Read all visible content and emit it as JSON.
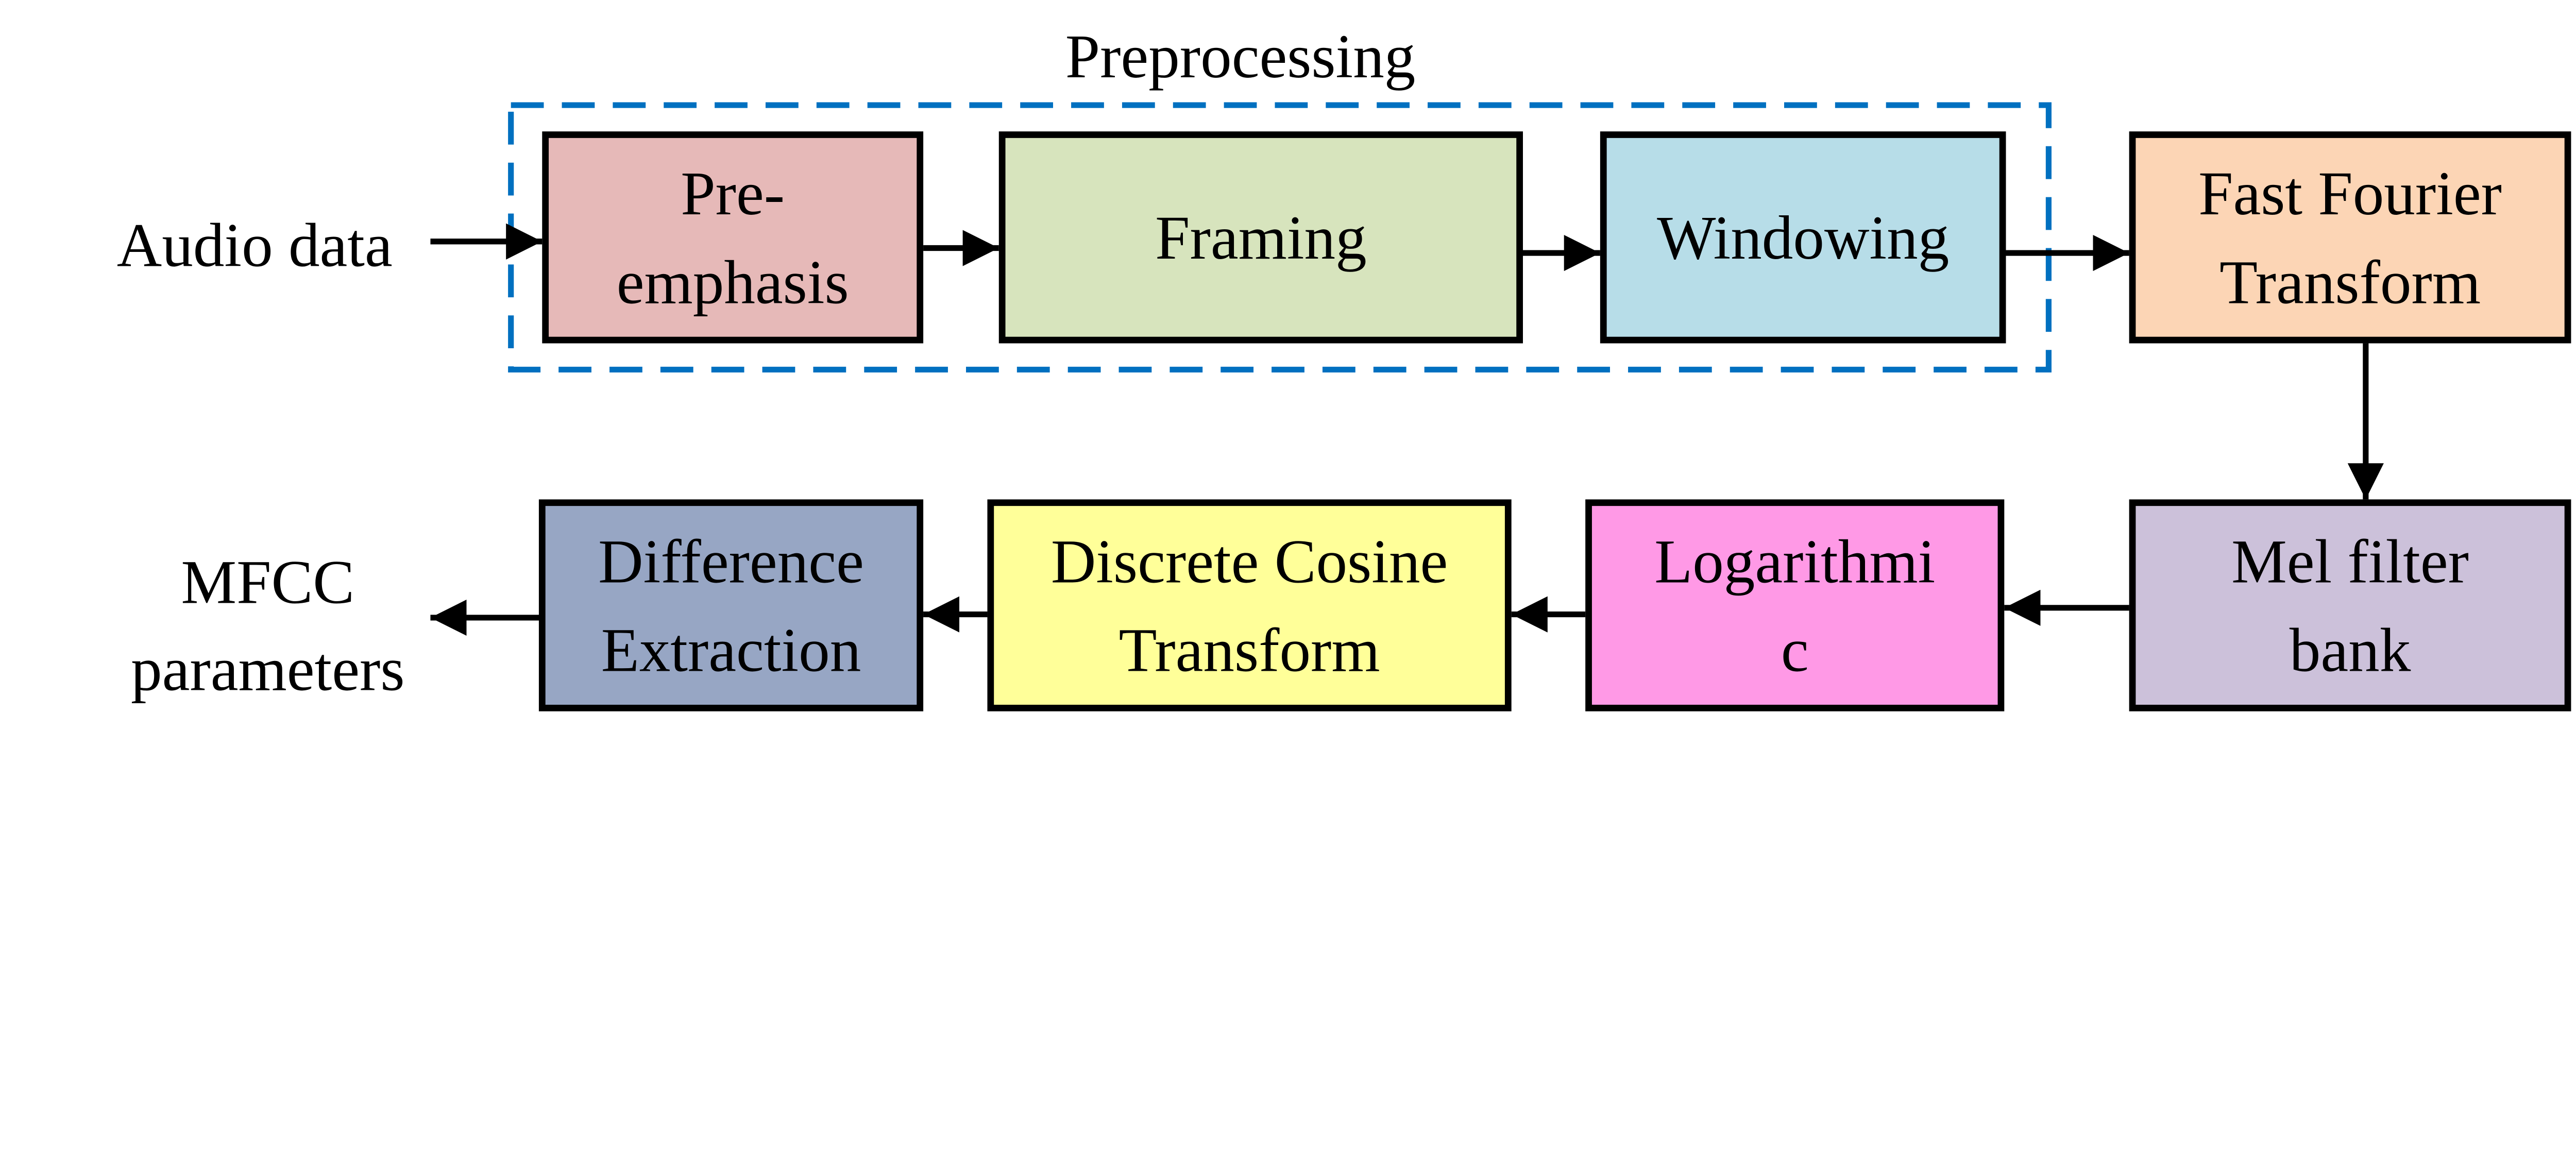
{
  "group": {
    "label": "Preprocessing",
    "border_color": "#0070c0"
  },
  "input_label": "Audio data",
  "output_label": [
    "MFCC",
    "parameters"
  ],
  "blocks": [
    {
      "id": "pre-emphasis",
      "lines": [
        "Pre-",
        "emphasis"
      ],
      "fill": "#e6b9b8"
    },
    {
      "id": "framing",
      "lines": [
        "Framing"
      ],
      "fill": "#d7e4bd"
    },
    {
      "id": "windowing",
      "lines": [
        "Windowing"
      ],
      "fill": "#b7dde8"
    },
    {
      "id": "fft",
      "lines": [
        "Fast Fourier",
        "Transform"
      ],
      "fill": "#fcd5b5"
    },
    {
      "id": "mel",
      "lines": [
        "Mel filter",
        "bank"
      ],
      "fill": "#ccc1da"
    },
    {
      "id": "log",
      "lines": [
        "Logarithmi",
        "c"
      ],
      "fill": "#ff99e6"
    },
    {
      "id": "dct",
      "lines": [
        "Discrete Cosine",
        "Transform"
      ],
      "fill": "#ffff99"
    },
    {
      "id": "diff",
      "lines": [
        "Difference",
        "Extraction"
      ],
      "fill": "#97a6c4"
    }
  ]
}
